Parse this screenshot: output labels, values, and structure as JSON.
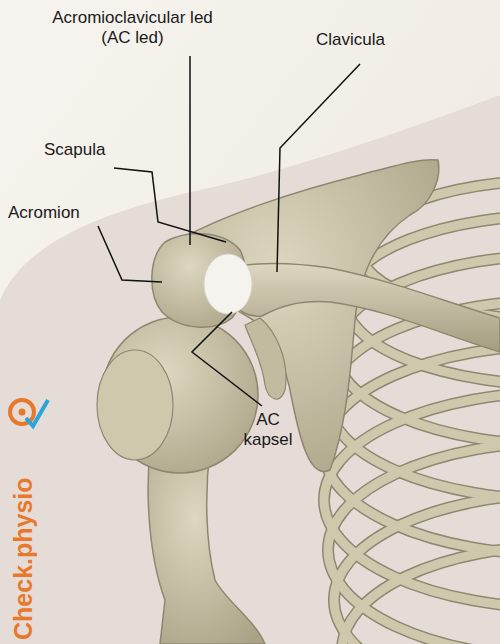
{
  "diagram": {
    "labels": [
      "Acromioclavicular led (AC led)",
      "Clavicula",
      "Scapula",
      "Acromion",
      "AC kapsel",
      "Check.physio"
    ]
  }
}
